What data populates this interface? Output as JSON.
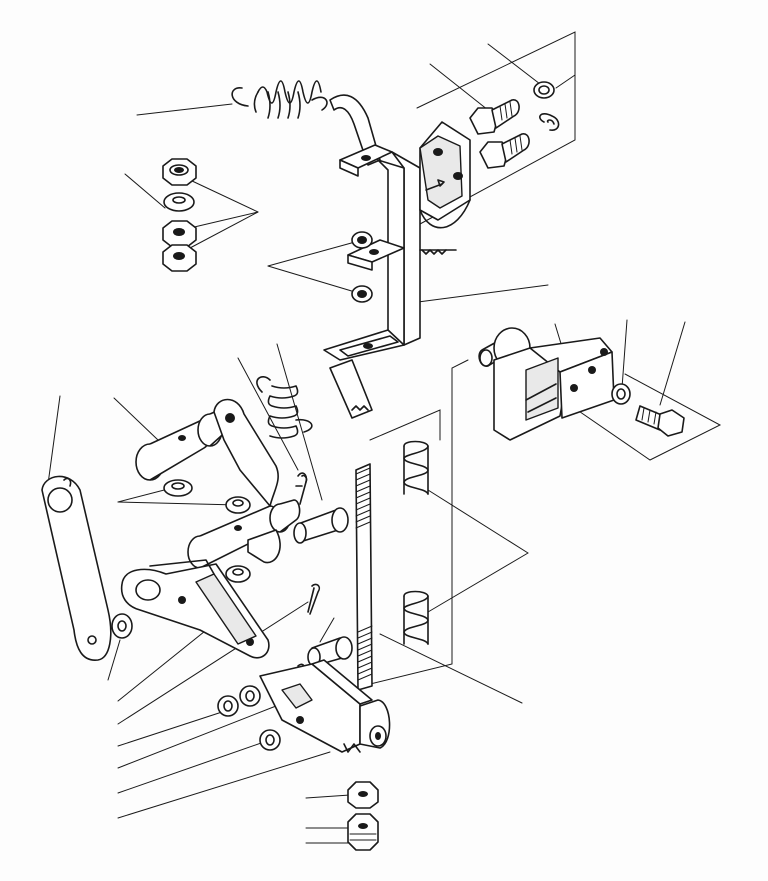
{
  "figure": {
    "kind": "exploded-parts-diagram",
    "labels_printed": false,
    "line_color": "#1a1a1a",
    "background": "#fdfdfd"
  },
  "parts": [
    {
      "name": "top-extension-spring"
    },
    {
      "name": "hex-nut-stack-upper"
    },
    {
      "name": "main-bracket"
    },
    {
      "name": "pivot-plate"
    },
    {
      "name": "hex-bolt-pair"
    },
    {
      "name": "lock-washers-upper-right"
    },
    {
      "name": "pad-washers"
    },
    {
      "name": "right-lever-assembly"
    },
    {
      "name": "right-bolt-and-washer"
    },
    {
      "name": "left-link-plate"
    },
    {
      "name": "stepped-pins"
    },
    {
      "name": "pin-bracket"
    },
    {
      "name": "center-spring"
    },
    {
      "name": "cotter-pins"
    },
    {
      "name": "small-clevis-pins"
    },
    {
      "name": "threaded-rod"
    },
    {
      "name": "compression-springs"
    },
    {
      "name": "triangular-link"
    },
    {
      "name": "bottom-clevis-block"
    },
    {
      "name": "bottom-washers"
    },
    {
      "name": "bottom-nut-stack"
    }
  ],
  "leader_count": 23
}
